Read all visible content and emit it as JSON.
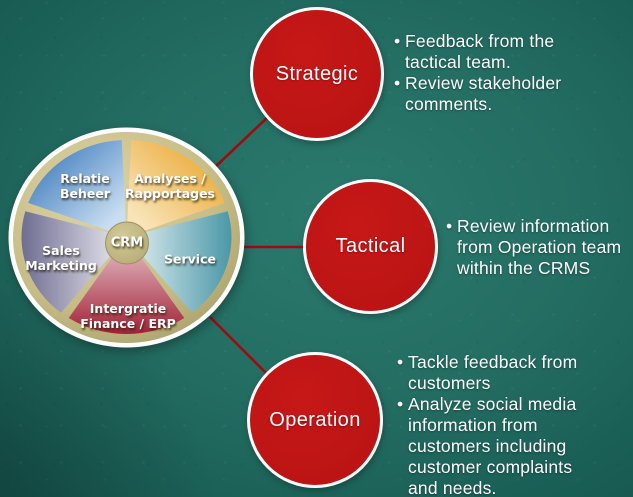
{
  "colors": {
    "background_light": "#2b7a6e",
    "background_dark": "#13524b",
    "level_circle_fill": "#bb1414",
    "level_circle_border": "#ffffff",
    "connector_line": "#9c0e0e",
    "text": "#ffffff",
    "wheel_ring": "#ffffff",
    "wheel_rim": "#c6bc86"
  },
  "ui": {
    "bullet_char": "•"
  },
  "wheel": {
    "center_label": "CRM",
    "segments": [
      {
        "id": "relatie-beheer",
        "label": "Relatie\nBeheer",
        "color_outer": "#2a6db4",
        "color_inner": "#c9def2"
      },
      {
        "id": "analyses-rapportages",
        "label": "Analyses /\nRapportages",
        "color_outer": "#e89e1c",
        "color_inner": "#f9e4b8"
      },
      {
        "id": "service",
        "label": "Service",
        "color_outer": "#4b97a8",
        "color_inner": "#d8eaec"
      },
      {
        "id": "intergratie-finance-erp",
        "label": "Intergratie\nFinance / ERP",
        "color_outer": "#a22136",
        "color_inner": "#e5c2ca"
      },
      {
        "id": "sales-marketing",
        "label": "Sales\nMarketing",
        "color_outer": "#6f6d91",
        "color_inner": "#e4e3ec"
      }
    ],
    "rim_light": "#ddd5a8",
    "rim_mid": "#c6bc86",
    "rim_dark": "#a79d68",
    "hub_light": "#d3ca9a",
    "hub_dark": "#b5aa74"
  },
  "levels": [
    {
      "name": "Strategic",
      "bullets": [
        "Feedback from the\ntactical team.",
        "Review stakeholder\ncomments."
      ]
    },
    {
      "name": "Tactical",
      "bullets": [
        "Review information\nfrom Operation team\nwithin the CRMS"
      ]
    },
    {
      "name": "Operation",
      "bullets": [
        "Tackle feedback from\ncustomers",
        "Analyze social media\ninformation from\ncustomers including\ncustomer complaints\nand needs."
      ]
    }
  ]
}
